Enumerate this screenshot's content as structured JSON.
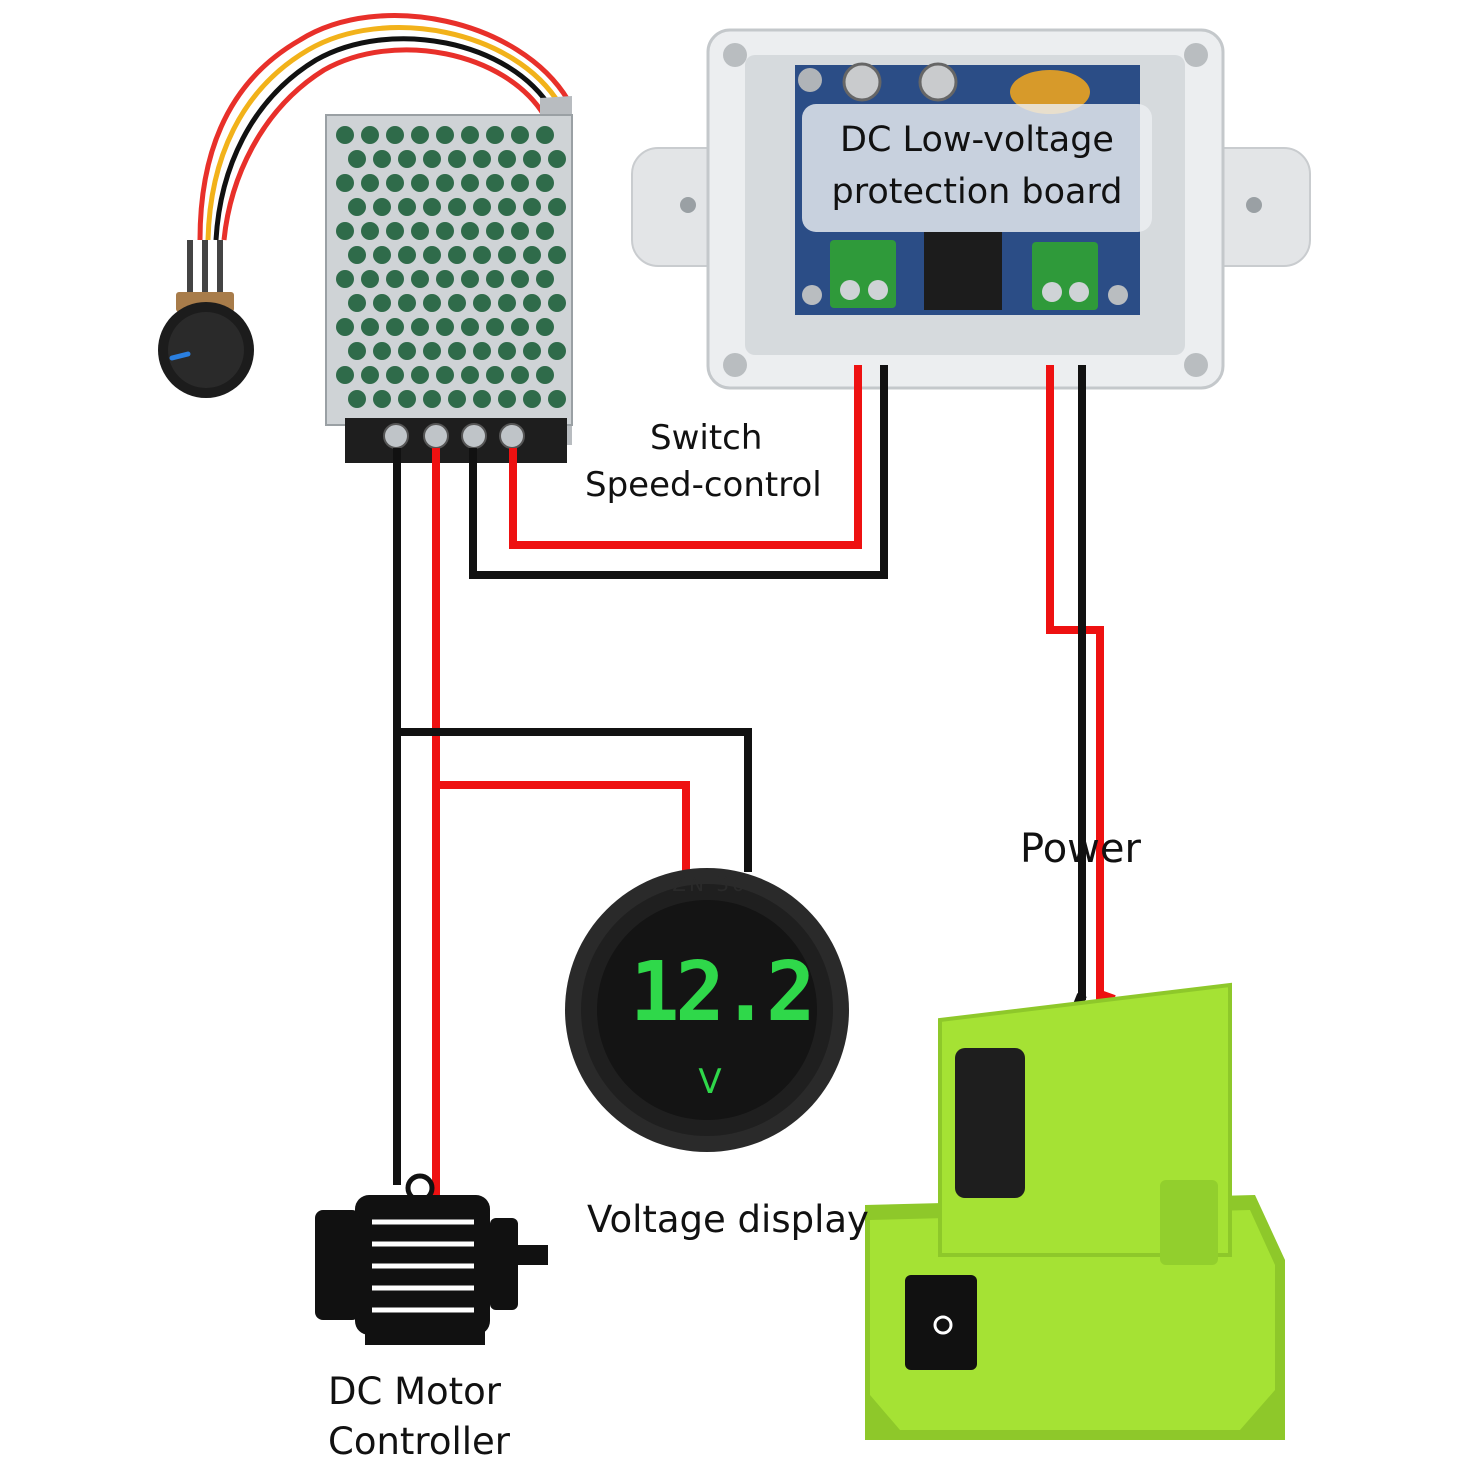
{
  "labels": {
    "switch": "Switch",
    "speed_control": "Speed-control",
    "protection_board_line1": "DC Low-voltage",
    "protection_board_line2": "protection board",
    "voltage_display": "Voltage display",
    "power": "Power",
    "motor_controller_line1": "DC Motor",
    "motor_controller_line2": "Controller"
  },
  "meter": {
    "reading": "12.2",
    "unit": "V",
    "brand": "ZN 30"
  },
  "colors": {
    "wire_positive": "#ee1111",
    "wire_negative": "#111111",
    "digit_green": "#2fd84a",
    "adapter_green": "#a5e234",
    "enclosure_clear": "#e6e8ea",
    "pcb_blue": "#2b4d86",
    "terminal_green": "#2f9a3a"
  }
}
